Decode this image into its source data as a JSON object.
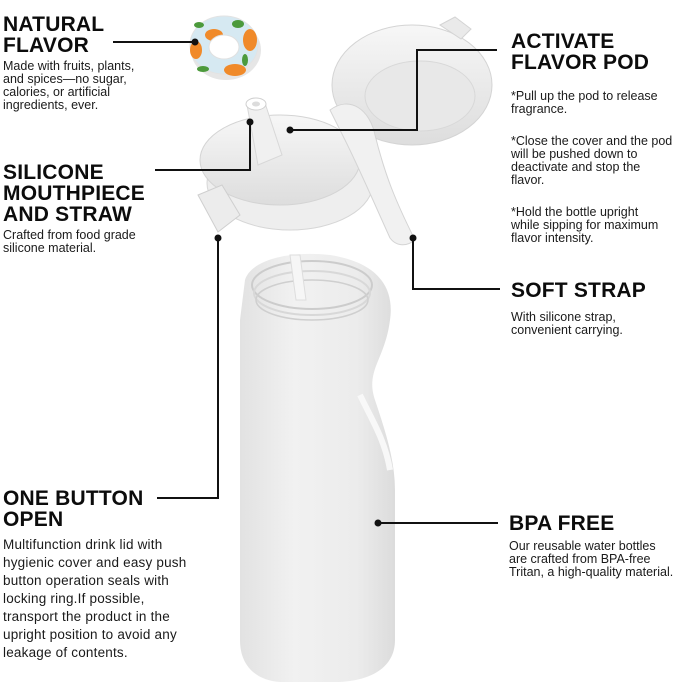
{
  "callouts": {
    "natural_flavor": {
      "title": "NATURAL\nFLAVOR",
      "desc": "Made with fruits, plants,\nand spices—no sugar,\ncalories, or artificial\ningredients, ever."
    },
    "activate_flavor_pod": {
      "title": "ACTIVATE\nFLAVOR POD",
      "desc": [
        "*Pull up the pod to release\nfragrance.",
        "*Close the cover and the pod\nwill be pushed down to\ndeactivate and stop the\nflavor.",
        "*Hold the bottle upright\nwhile sipping for maximum\nflavor intensity."
      ]
    },
    "silicone_mouthpiece": {
      "title": "SILICONE\nMOUTHPIECE\nAND STRAW",
      "desc": "Crafted from food grade\nsilicone material."
    },
    "soft_strap": {
      "title": "SOFT STRAP",
      "desc": "With silicone strap,\nconvenient carrying."
    },
    "one_button_open": {
      "title": "ONE BUTTON\nOPEN",
      "desc": "Multifunction drink lid with\nhygienic cover and easy push\nbutton operation seals with\nlocking ring.If possible,\ntransport the product in the\nupright position to avoid any\nleakage of contents."
    },
    "bpa_free": {
      "title": "BPA FREE",
      "desc": "Our reusable water bottles\nare crafted from BPA-free\nTritan, a high-quality material."
    }
  },
  "product": {
    "name": "flavor-pod-water-bottle",
    "bottle_color": "#eeeeee",
    "pod_colors": [
      "#f08a2a",
      "#4c9a3c",
      "#cfe4ef"
    ]
  }
}
